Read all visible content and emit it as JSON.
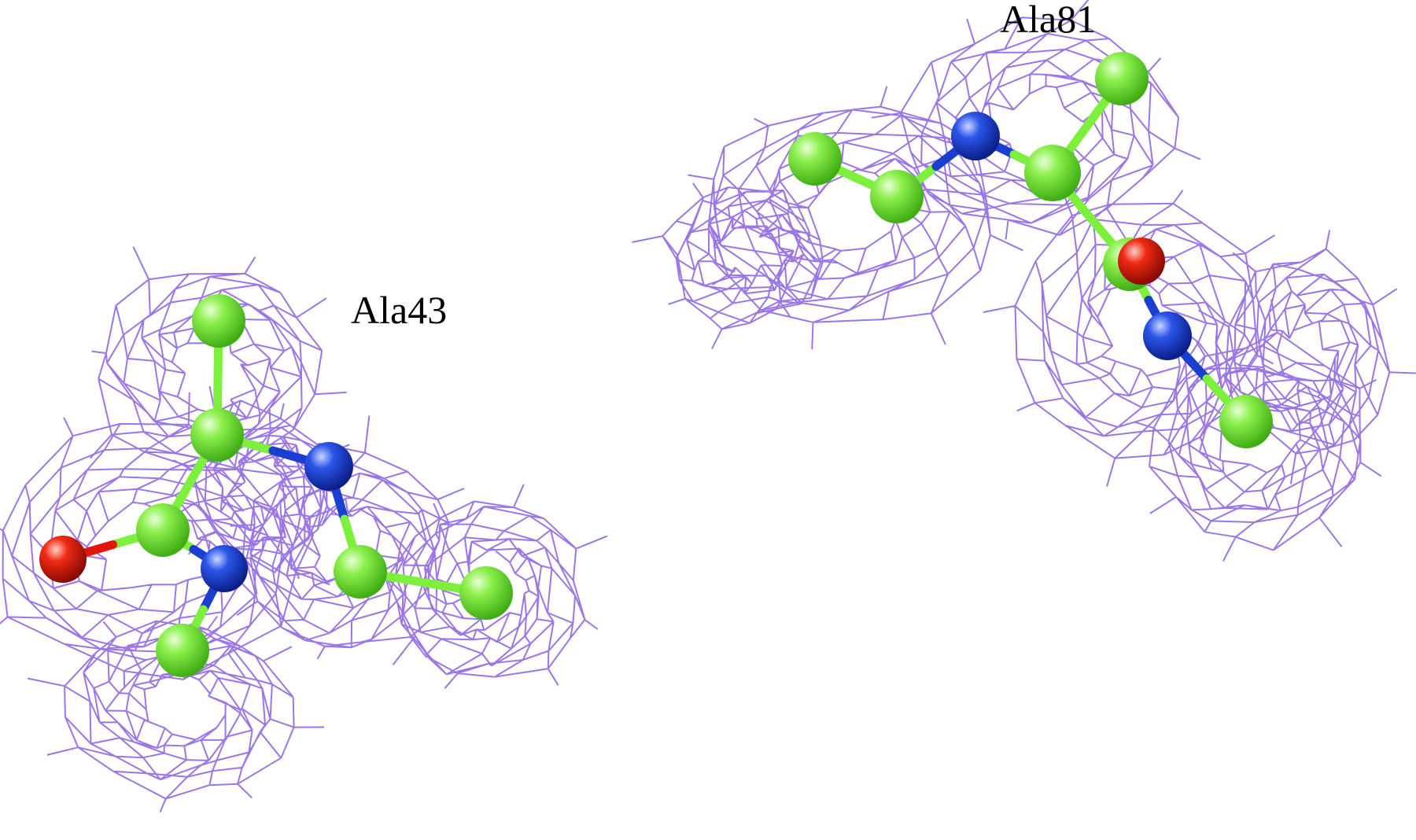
{
  "colors": {
    "mesh": "#9c75e6",
    "carbon": "#6be830",
    "nitrogen": "#1a3fd0",
    "oxygen": "#e0180c",
    "bond": "#7df03e",
    "label": "#000000",
    "background": "#ffffff"
  },
  "residues": [
    {
      "label": "Ala43",
      "atoms": [
        {
          "element": "C"
        },
        {
          "element": "C"
        },
        {
          "element": "N"
        },
        {
          "element": "C"
        },
        {
          "element": "O"
        },
        {
          "element": "N"
        },
        {
          "element": "C"
        },
        {
          "element": "C"
        },
        {
          "element": "C"
        }
      ]
    },
    {
      "label": "Ala81",
      "atoms": [
        {
          "element": "C"
        },
        {
          "element": "C"
        },
        {
          "element": "N"
        },
        {
          "element": "C"
        },
        {
          "element": "C"
        },
        {
          "element": "C"
        },
        {
          "element": "O"
        },
        {
          "element": "N"
        },
        {
          "element": "C"
        }
      ]
    }
  ]
}
